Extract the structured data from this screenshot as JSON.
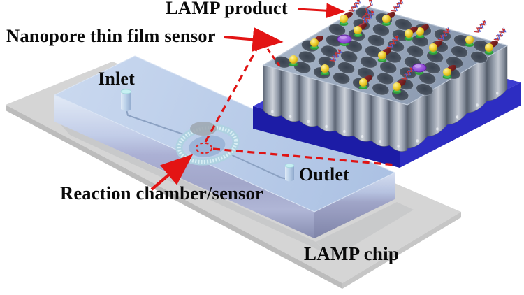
{
  "figure": {
    "labels": {
      "lamp_product": "LAMP product",
      "nanopore_sensor": "Nanopore thin film sensor",
      "inlet": "Inlet",
      "outlet": "Outlet",
      "reaction_chamber": "Reaction chamber/sensor",
      "lamp_chip": "LAMP chip"
    },
    "colors": {
      "annotation_red": "#e31414",
      "chip_blue_top": "#b4c8e4",
      "chip_side_lavender": "#a4a9cc",
      "base_plate_gray": "#d5d5d5",
      "nanopore_base_blue": "#2424bc",
      "nanopore_slab_gray": "#98a6ba",
      "pore_dark": "#39424f",
      "gold_particle": "#e7c01e",
      "green_base": "#2f9e3a",
      "purple_particle": "#8a3fd4",
      "maroon_cap": "#7c2222",
      "strand_red": "#c43a3a",
      "strand_blue": "#5562cf",
      "background": "#ffffff"
    }
  }
}
